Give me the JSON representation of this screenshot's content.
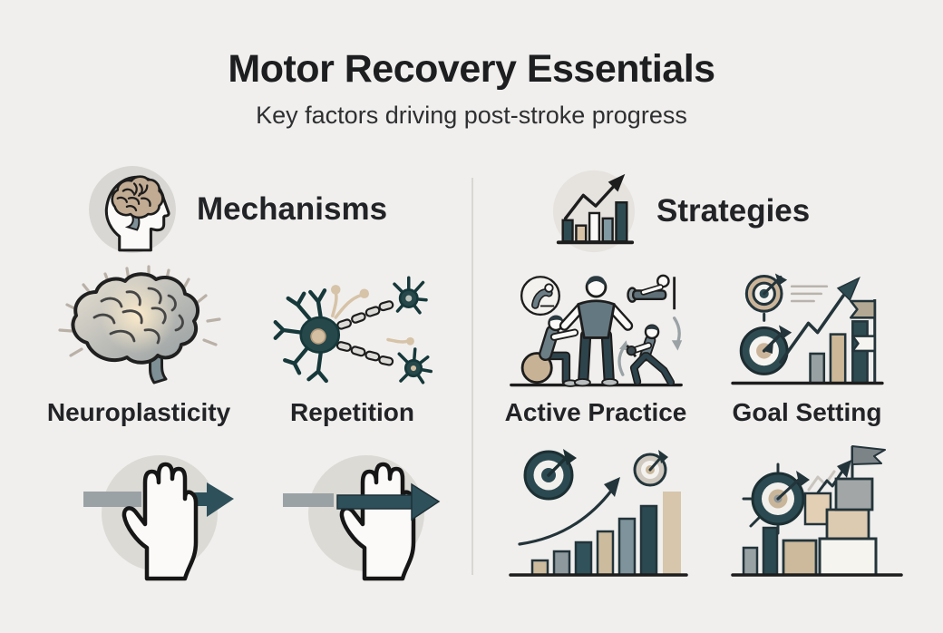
{
  "header": {
    "title": "Motor Recovery Essentials",
    "subtitle": "Key factors driving post-stroke progress"
  },
  "sections": {
    "mechanisms": {
      "label": "Mechanisms",
      "icon": "head-brain-icon",
      "items": [
        {
          "label": "Neuroplasticity",
          "icon": "glowing-brain-icon"
        },
        {
          "label": "Repetition",
          "icon": "neuron-network-icon"
        }
      ],
      "bottom_icons": [
        "hand-arrow-behind-icon",
        "hand-arrow-through-icon"
      ]
    },
    "strategies": {
      "label": "Strategies",
      "icon": "growth-chart-icon",
      "items": [
        {
          "label": "Active Practice",
          "icon": "exercise-figures-icon"
        },
        {
          "label": "Goal Setting",
          "icon": "target-chart-flags-icon"
        }
      ],
      "bottom_icons": [
        "target-rising-bars-icon",
        "target-steps-flag-icon"
      ]
    }
  },
  "colors": {
    "background": "#f0efed",
    "text": "#1e1f21",
    "dark_teal": "#2e4b52",
    "tan": "#cdb99c",
    "gray": "#9aa2a6",
    "circle_bg": "#dcdad5",
    "divider": "#d8d7d4"
  }
}
